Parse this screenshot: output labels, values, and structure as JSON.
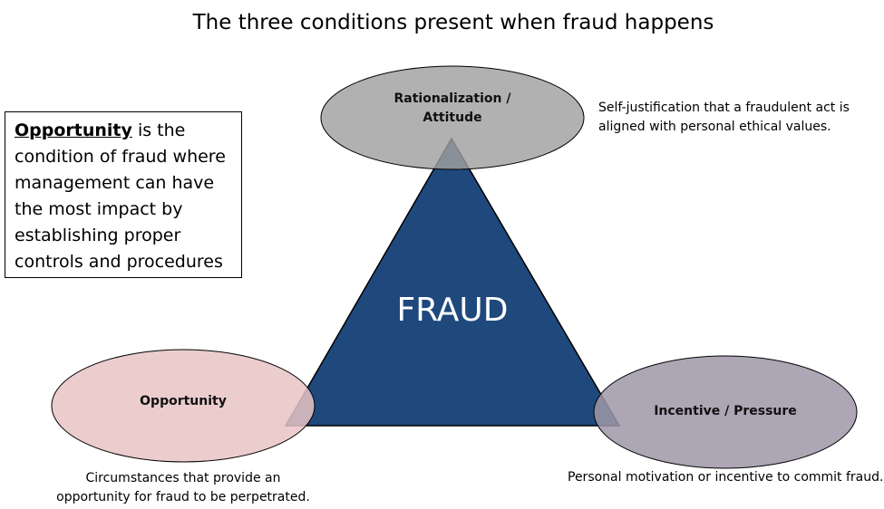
{
  "title": "The three conditions present when fraud happens",
  "callout": {
    "emphasis": "Opportunity",
    "text": " is the condition of fraud where management can have the most impact by establishing proper controls and procedures"
  },
  "center_label": "FRAUD",
  "nodes": {
    "rationalization": {
      "label_line1": "Rationalization /",
      "label_line2": "Attitude",
      "description_line1": "Self-justification that a fraudulent act is",
      "description_line2": "aligned with personal ethical values.",
      "color": "#a0a0a0"
    },
    "opportunity": {
      "label": "Opportunity",
      "description_line1": "Circumstances that provide an",
      "description_line2": "opportunity for fraud to be perpetrated.",
      "color": "#e8c4c4"
    },
    "incentive": {
      "label": "Incentive / Pressure",
      "description": "Personal motivation or incentive to commit fraud.",
      "color": "#9f96a8"
    }
  },
  "triangle_color": "#1f497d"
}
